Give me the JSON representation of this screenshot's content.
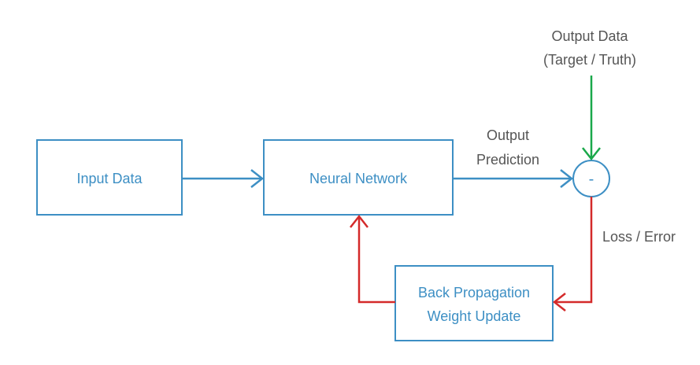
{
  "nodes": {
    "input": {
      "label": "Input Data"
    },
    "network": {
      "label": "Neural Network"
    },
    "backprop": {
      "line1": "Back Propagation",
      "line2": "Weight Update"
    },
    "subtract": {
      "symbol": "-"
    }
  },
  "labels": {
    "output_data_line1": "Output Data",
    "output_data_line2": "(Target / Truth)",
    "prediction_line1": "Output",
    "prediction_line2": "Prediction",
    "loss": "Loss / Error"
  },
  "colors": {
    "blue": "#3d8fc4",
    "green": "#1aa84a",
    "red": "#d42a2a",
    "label_gray": "#555555"
  }
}
